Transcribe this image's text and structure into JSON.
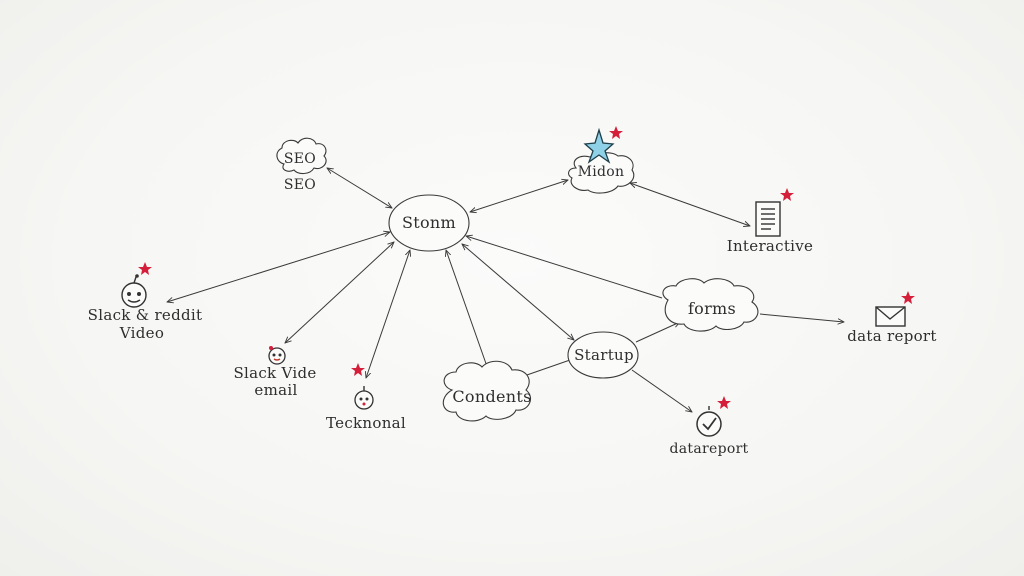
{
  "nodes": {
    "storm": "Stonm",
    "seo_cloud": "SEO",
    "seo_caption": "SEO",
    "midon": "Midon",
    "interactive": "Interactive",
    "slack_reddit_line1": "Slack & reddit",
    "slack_reddit_line2": "Video",
    "slack_vide_line1": "Slack Vide",
    "slack_vide_line2": "email",
    "tecknonal": "Tecknonal",
    "condents": "Condents",
    "startup": "Startup",
    "forms": "forms",
    "data_report_right": "data report",
    "data_report_bottom": "datareport"
  },
  "icons": {
    "midon": "star-icon",
    "interactive": "document-icon",
    "slack_reddit": "robot-face-icon",
    "slack_vide": "robot-face-icon",
    "tecknonal": "robot-face-icon",
    "data_report_right": "envelope-icon",
    "data_report_bottom": "clock-check-icon",
    "badge": "red-star-icon"
  },
  "colors": {
    "accent_star": "#d41e3a",
    "blue_star": "#8fd1e6",
    "ink": "#2e2e2e",
    "background": "#f7f7f5"
  }
}
